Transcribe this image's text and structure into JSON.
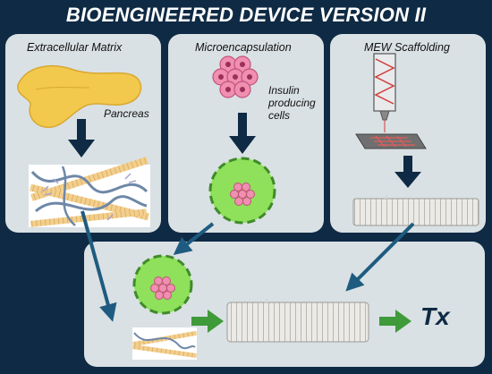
{
  "title": "BIOENGINEERED DEVICE VERSION II",
  "panels": {
    "ecm": {
      "heading": "Extracellular Matrix",
      "organ_label": "Pancreas"
    },
    "micro": {
      "heading": "Microencapsulation",
      "cells_label_1": "Insulin",
      "cells_label_2": "producing",
      "cells_label_3": "cells"
    },
    "mew": {
      "heading": "MEW Scaffolding"
    }
  },
  "output": {
    "label": "Tx"
  },
  "colors": {
    "background": "#0f2a44",
    "panel": "#d9e1e4",
    "arrow_dark": "#0f2a44",
    "arrow_blue": "#1f5b80",
    "arrow_green": "#3f9a3a",
    "capsule": "#8fe05a",
    "pancreas": "#f2c94c"
  }
}
